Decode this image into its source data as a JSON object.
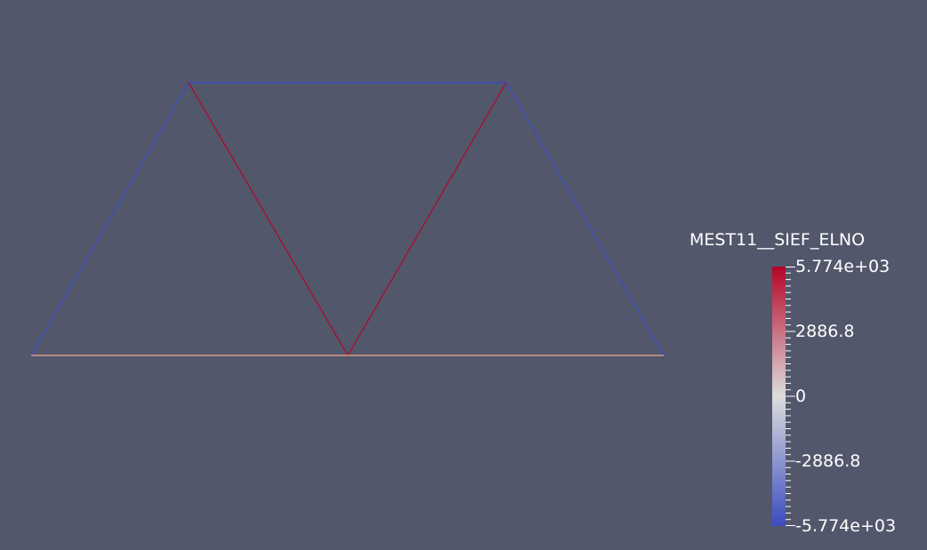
{
  "legend": {
    "title": "MEST11__SIEF_ELNO",
    "ticks": [
      {
        "label": "5.774e+03",
        "value": 5774
      },
      {
        "label": "2886.8",
        "value": 2886.8
      },
      {
        "label": "0",
        "value": 0
      },
      {
        "label": "-2886.8",
        "value": -2886.8
      },
      {
        "label": "-5.774e+03",
        "value": -5774
      }
    ],
    "range": [
      -5774,
      5774
    ],
    "colormap": [
      "#3b4cc0",
      "#dddddd",
      "#b40426"
    ]
  },
  "members": [
    {
      "id": "left-diagonal",
      "value": -5774
    },
    {
      "id": "top-chord",
      "value": -5774
    },
    {
      "id": "right-diagonal",
      "value": -5774
    },
    {
      "id": "inner-left-diagonal",
      "value": 5774
    },
    {
      "id": "inner-right-diagonal",
      "value": 5774
    },
    {
      "id": "bottom-chord",
      "value": 2886.8
    }
  ]
}
